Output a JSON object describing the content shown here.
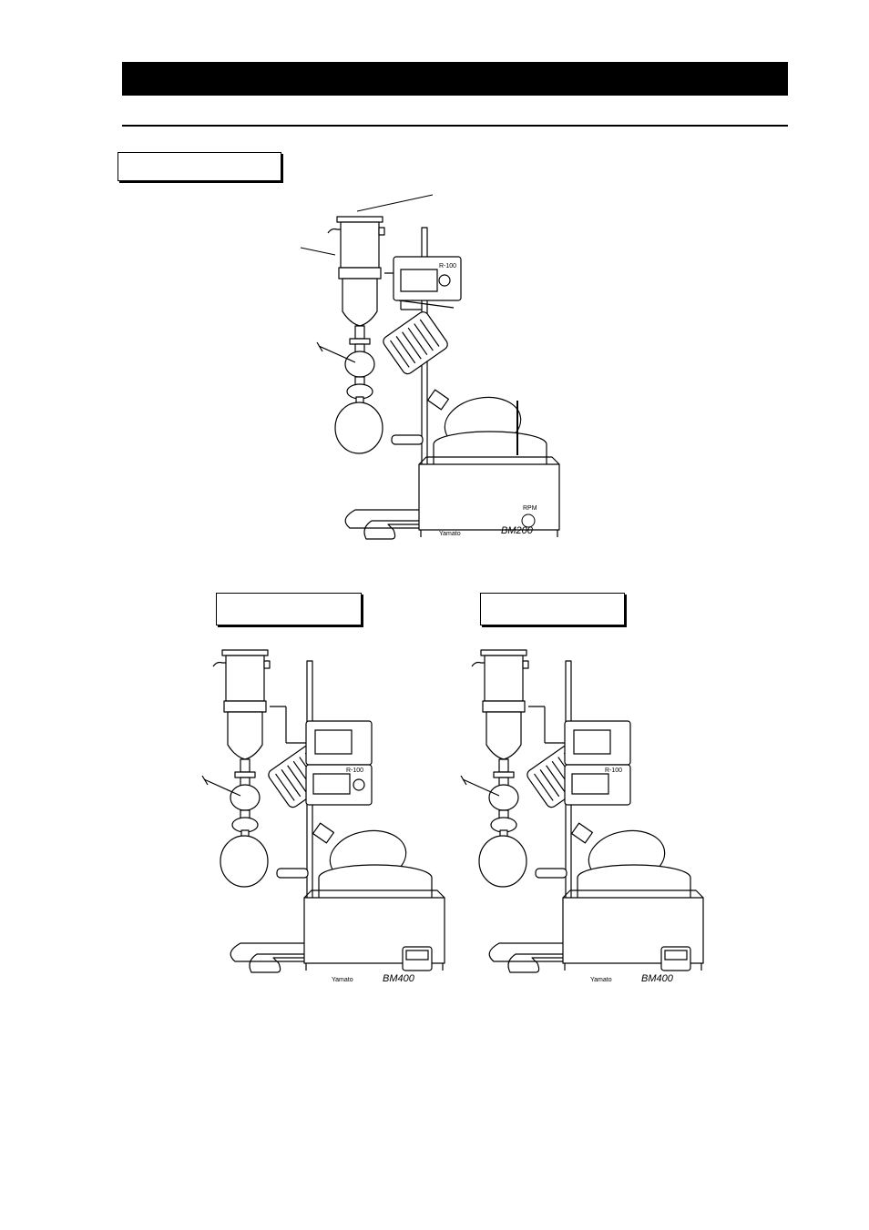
{
  "colors": {
    "ink": "#000000",
    "paper": "#ffffff"
  },
  "figures": [
    {
      "id": "top",
      "model_label": "BM200",
      "brand": "Yamato",
      "panel_label": "RPM",
      "controller_label": "R-100"
    },
    {
      "id": "bottom-left",
      "model_label": "BM400",
      "brand": "Yamato",
      "controller_label": "R-100"
    },
    {
      "id": "bottom-right",
      "model_label": "BM400",
      "brand": "Yamato",
      "controller_label": "R-100"
    }
  ]
}
